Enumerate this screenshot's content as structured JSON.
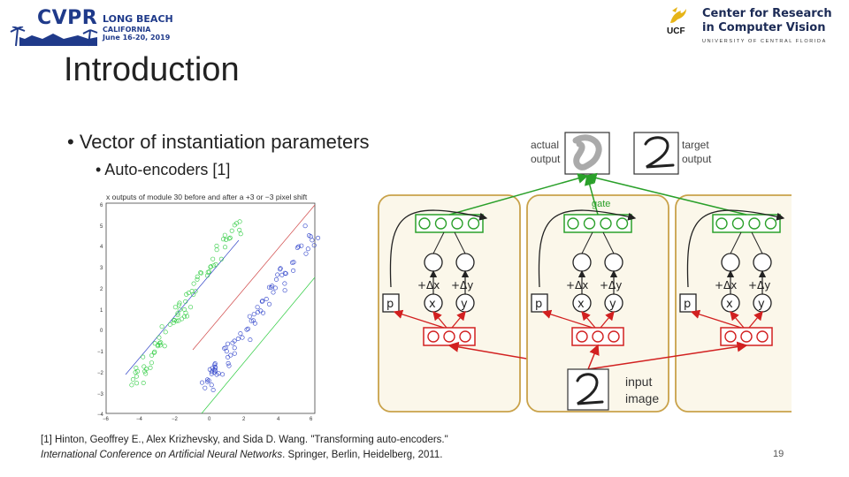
{
  "header": {
    "cvpr_logo": {
      "word": "CVPR",
      "city": "LONG BEACH",
      "state": "CALIFORNIA",
      "date": "June 16-20, 2019"
    },
    "ucf_logo": {
      "abbr": "UCF",
      "line1": "Center for Research",
      "line2": "in Computer Vision",
      "sub": "UNIVERSITY OF CENTRAL FLORIDA"
    }
  },
  "slide": {
    "title": "Introduction",
    "bullet1": "• Vector of instantiation parameters",
    "bullet2": "• Auto-encoders [1]",
    "page_number": "19"
  },
  "scatter": {
    "title": "x outputs of module 30 before and after a +3 or −3 pixel shift",
    "xticks": [
      "−6",
      "−4",
      "−2",
      "0",
      "2",
      "4",
      "6"
    ],
    "yticks": [
      "6",
      "5",
      "4",
      "3",
      "2",
      "1",
      "0",
      "−1",
      "−2",
      "−3",
      "−4"
    ],
    "colors": {
      "green": "#2ecc40",
      "blue": "#2b3fc9",
      "red": "#d04848"
    }
  },
  "diagram": {
    "actual_label1": "actual",
    "actual_label2": "output",
    "target_label1": "target",
    "target_label2": "output",
    "gate_label": "gate",
    "input_label1": "input",
    "input_label2": "image",
    "p_label": "p",
    "x_label": "x",
    "y_label": "y",
    "dx_label": "+Δx",
    "dy_label": "+Δy",
    "capsule_count": 3,
    "colors": {
      "box": "#c9a24a",
      "box_fill": "#fbf7ea",
      "green": "#2aa02a",
      "red": "#d22020"
    }
  },
  "reference": {
    "line1": "[1] Hinton, Geoffrey E., Alex Krizhevsky, and Sida D. Wang. \"Transforming auto-encoders.\"",
    "line2_italic": "International Conference on Artificial Neural Networks",
    "line2_rest": ". Springer, Berlin, Heidelberg, 2011."
  }
}
